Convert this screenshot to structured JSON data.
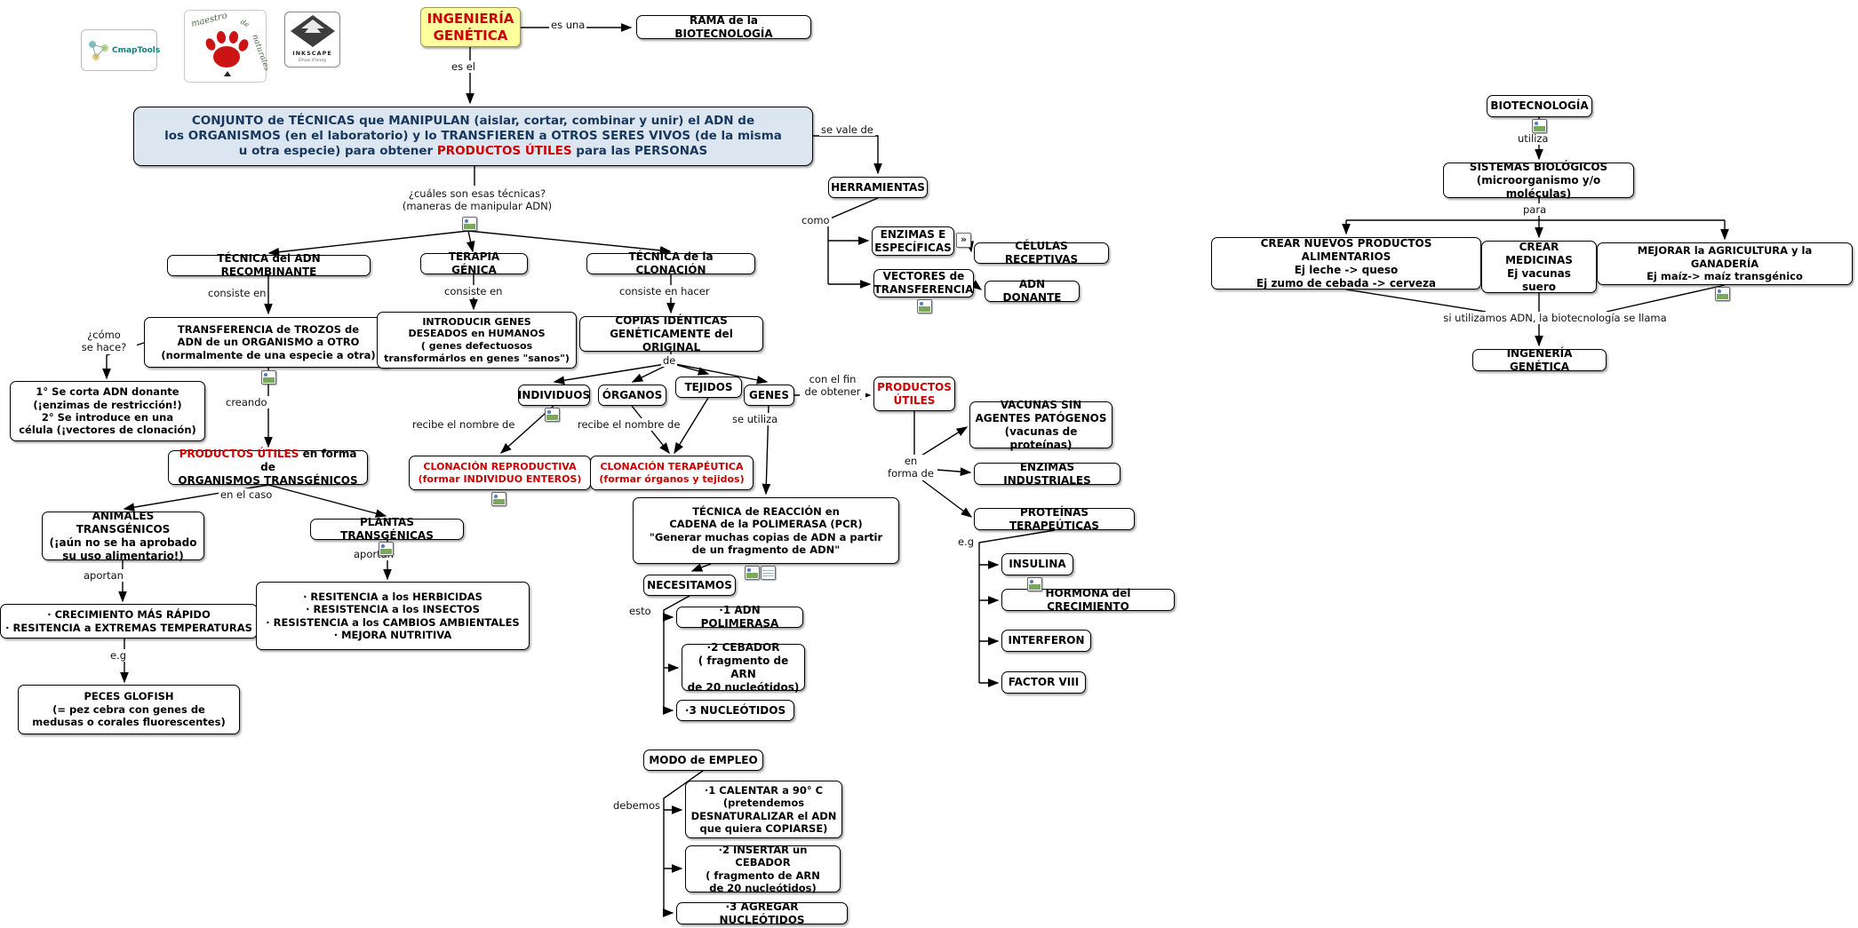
{
  "palette": {
    "accent_red": "#cc0000",
    "definition_box_bg": "#dce6f1",
    "definition_box_text": "#17375e",
    "title_bg": "#ffff9e",
    "line_color": "#000000"
  },
  "logos": {
    "cmaptools": {
      "label": "CmapTools"
    },
    "paw": {
      "word1": "maestro",
      "word2": "de",
      "word3": "naturales"
    },
    "inkscape": {
      "name": "INKSCAPE",
      "tagline": "Draw Freely"
    }
  },
  "nodes": {
    "title": "INGENIERÍA\nGENÉTICA",
    "rama": "RAMA de la BIOTECNOLOGÍA",
    "conjunto": {
      "pre": "CONJUNTO de TÉCNICAS que MANIPULAN (aislar, cortar, combinar y unir) el ADN de\nlos ORGANISMOS (en el laboratorio) y lo TRANSFIEREN a OTROS SERES VIVOS (de la misma\nu otra especie) para obtener ",
      "red": "PRODUCTOS ÚTILES",
      "post": " para las PERSONAS"
    },
    "herramientas": "HERRAMIENTAS",
    "enzimas_especificas": "ENZIMAS E\nESPECÍFICAS",
    "celulas_receptivas": "CÉLULAS RECEPTIVAS",
    "vectores": "VECTORES de\nTRANSFERENCIA",
    "adn_donante": "ADN DONANTE",
    "tecnica_adn": "TÉCNICA del ADN RECOMBINANTE",
    "terapia_genica": "TERAPIA GÉNICA",
    "tecnica_clonacion": "TÉCNICA de la CLONACIÓN",
    "transferencia": "TRANSFERENCIA de TROZOS de\nADN de un ORGANISMO a OTRO\n(normalmente de una especie a otra)",
    "pasos": "1° Se corta ADN donante\n(¡enzimas de restricción!)\n2° Se introduce en una\ncélula (¡vectores de clonación)",
    "organismos": {
      "red": "PRODUCTOS ÚTILES",
      "rest": " en forma de\nORGANISMOS TRANSGÉNICOS"
    },
    "animales": "ANIMALES TRANSGÉNICOS\n(¡aún no se ha aprobado\nsu uso alimentario!)",
    "plantas": "PLANTAS TRANSGÉNICAS",
    "crecimiento": "· CRECIMIENTO MÁS RÁPIDO\n· RESITENCIA a EXTREMAS TEMPERATURAS",
    "peces": "PECES GLOFISH\n(= pez cebra con genes de\nmedusas o corales fluorescentes)",
    "resistencias": "· RESITENCIA a los HERBICIDAS\n· RESISTENCIA a los INSECTOS\n· RESISTENCIA a los CAMBIOS AMBIENTALES\n· MEJORA NUTRITIVA",
    "introducir": "INTRODUCIR GENES\nDESEADOS en HUMANOS\n( genes defectuosos\ntransformárlos en genes \"sanos\")",
    "copias": "COPIAS IDÉNTICAS\nGENÉTICAMENTE del ORIGINAL",
    "individuos": "INDIVIDUOS",
    "organos": "ÓRGANOS",
    "tejidos": "TEJIDOS",
    "genes": "GENES",
    "clonacion_reproductiva": "CLONACIÓN REPRODUCTIVA\n(formar INDIVIDUO ENTEROS)",
    "clonacion_terapeutica": "CLONACIÓN TERAPÉUTICA\n(formar órganos y tejidos)",
    "pcr": "TÉCNICA de REACCIÓN en\nCADENA de la POLIMERASA (PCR)\n\"Generar muchas copias de ADN a partir\nde un fragmento de ADN\"",
    "necesitamos": "NECESITAMOS",
    "adn_polimerasa": "·1 ADN POLIMERASA",
    "cebador": "·2 CEBADOR\n( fragmento de ARN\nde 20 nucleótidos)",
    "nucleotidos": "·3 NUCLEÓTIDOS",
    "modo_empleo": "MODO de EMPLEO",
    "calentar": "·1 CALENTAR a 90° C\n(pretendemos\nDESNATURALIZAR el ADN\nque quiera COPIARSE)",
    "insertar": "·2 INSERTAR un CEBADOR\n( fragmento de ARN\nde 20 nucleótidos)",
    "agregar": "·3 AGREGAR NUCLEÓTIDOS",
    "productos_utiles": "PRODUCTOS\nÚTILES",
    "vacunas": "VACUNAS SIN\nAGENTES PATÓGENOS\n(vacunas de proteínas)",
    "enzimas_industriales": "ENZIMAS INDUSTRIALES",
    "proteinas": "PROTEÍNAS TERAPEÚTICAS",
    "insulina": "INSULINA",
    "hormona": "HORMONA del CRECIMIENTO",
    "interferon": "INTERFERON",
    "factor_viii": "FACTOR VIII",
    "biotecnologia": "BIOTECNOLOGÍA",
    "sistemas": "SISTEMAS BIOLÓGICOS\n(microorganismo y/o moléculas)",
    "crear_alimentarios": "CREAR NUEVOS PRODUCTOS ALIMENTARIOS\nEj leche -> queso\nEj zumo de cebada -> cerveza",
    "crear_medicinas": "CREAR MEDICINAS\nEj vacunas\nsuero",
    "mejorar_agricultura": "MEJORAR la AGRICULTURA  y la GANADERÍA\nEj maíz-> maíz transgénico",
    "ingeneria": "INGENERÍA GENÉTICA"
  },
  "labels": {
    "es_una": "es una",
    "es_el": "es el",
    "se_vale_de": "se vale de",
    "como": "como",
    "cuales": "¿cuáles son esas técnicas?\n(maneras de manipular ADN)",
    "consiste_en_adn": "consiste en",
    "consiste_en_terapia": "consiste en",
    "consiste_en_hacer": "consiste en hacer",
    "como_se_hace": "¿cómo\nse hace?",
    "creando": "creando",
    "en_el_caso": "en el caso",
    "aportan_animales": "aportan",
    "aportan_plantas": "aportan",
    "eg_peces": "e.g",
    "de": "de",
    "recibe_repro": "recibe el nombre de",
    "recibe_tera": "recibe el nombre de",
    "se_utiliza": "se utiliza",
    "con_el_fin": "con el fin\nde obtener",
    "en_forma_de": "en\nforma de",
    "eg_proteinas": "e.g",
    "esto": "esto",
    "debemos": "debemos",
    "utiliza": "utiliza",
    "para": "para",
    "si_utilizamos": "si utilizamos ADN, la biotecnología se llama"
  },
  "icons": {
    "double_chevron": "»",
    "image_resource": "image-resource",
    "document_resource": "document-resource"
  }
}
